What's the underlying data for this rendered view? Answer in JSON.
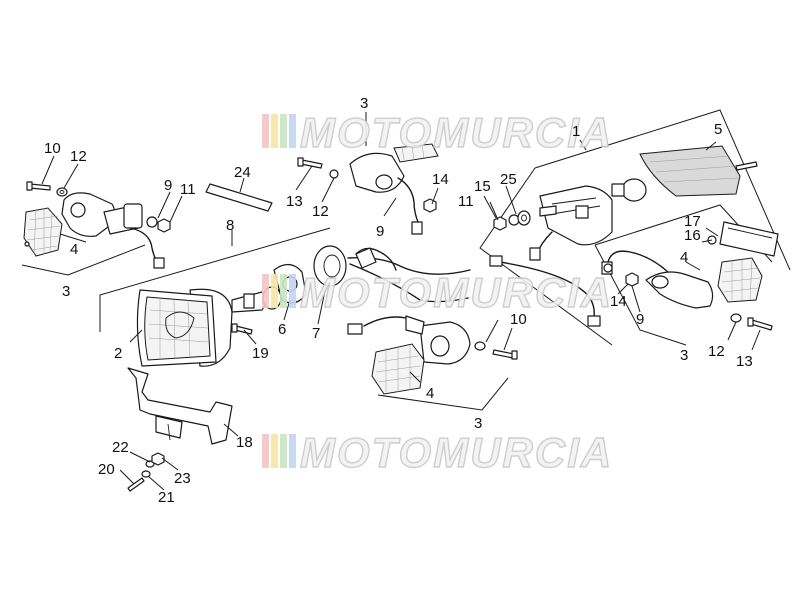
{
  "watermark": {
    "text": "MOTOMURCIA",
    "stripe_colors": [
      "#f3c6c6",
      "#f6e7a8",
      "#c8e6c0",
      "#c6d4f3"
    ]
  },
  "callouts": {
    "c1": "1",
    "c2": "2",
    "c3a": "3",
    "c3b": "3",
    "c3c": "3",
    "c3d": "3",
    "c4a": "4",
    "c4b": "4",
    "c4c": "4",
    "c5": "5",
    "c6": "6",
    "c7": "7",
    "c8": "8",
    "c9a": "9",
    "c9b": "9",
    "c9c": "9",
    "c10a": "10",
    "c10b": "10",
    "c11a": "11",
    "c11b": "11",
    "c12a": "12",
    "c12b": "12",
    "c12c": "12",
    "c13a": "13",
    "c13b": "13",
    "c14a": "14",
    "c14b": "14",
    "c15": "15",
    "c16": "16",
    "c17": "17",
    "c18": "18",
    "c19": "19",
    "c20": "20",
    "c21": "21",
    "c22": "22",
    "c23": "23",
    "c24": "24",
    "c25": "25"
  }
}
